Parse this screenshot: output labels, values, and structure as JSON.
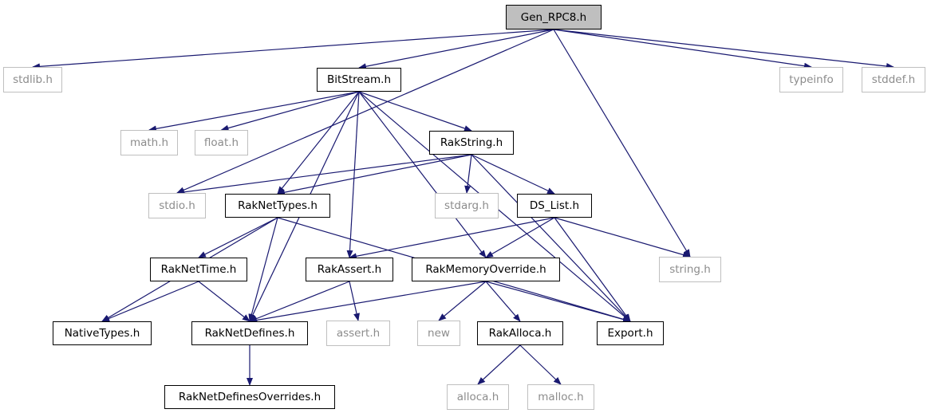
{
  "graph": {
    "nodes": [
      {
        "id": "gen_rpc8",
        "label": "Gen_RPC8.h",
        "kind": "root"
      },
      {
        "id": "stdlib",
        "label": "stdlib.h",
        "kind": "system"
      },
      {
        "id": "bitstream",
        "label": "BitStream.h",
        "kind": "local"
      },
      {
        "id": "typeinfo",
        "label": "typeinfo",
        "kind": "system"
      },
      {
        "id": "stddef",
        "label": "stddef.h",
        "kind": "system"
      },
      {
        "id": "math",
        "label": "math.h",
        "kind": "system"
      },
      {
        "id": "float",
        "label": "float.h",
        "kind": "system"
      },
      {
        "id": "rakstring",
        "label": "RakString.h",
        "kind": "local"
      },
      {
        "id": "stdio",
        "label": "stdio.h",
        "kind": "system"
      },
      {
        "id": "raknettypes",
        "label": "RakNetTypes.h",
        "kind": "local"
      },
      {
        "id": "stdarg",
        "label": "stdarg.h",
        "kind": "system"
      },
      {
        "id": "ds_list",
        "label": "DS_List.h",
        "kind": "local"
      },
      {
        "id": "raknettime",
        "label": "RakNetTime.h",
        "kind": "local"
      },
      {
        "id": "rakassert",
        "label": "RakAssert.h",
        "kind": "local"
      },
      {
        "id": "rakmemoryoverride",
        "label": "RakMemoryOverride.h",
        "kind": "local"
      },
      {
        "id": "string",
        "label": "string.h",
        "kind": "system"
      },
      {
        "id": "nativetypes",
        "label": "NativeTypes.h",
        "kind": "local"
      },
      {
        "id": "raknetdefines",
        "label": "RakNetDefines.h",
        "kind": "local"
      },
      {
        "id": "assert",
        "label": "assert.h",
        "kind": "system"
      },
      {
        "id": "new",
        "label": "new",
        "kind": "system"
      },
      {
        "id": "rakalloca",
        "label": "RakAlloca.h",
        "kind": "local"
      },
      {
        "id": "export",
        "label": "Export.h",
        "kind": "local"
      },
      {
        "id": "raknetdefinesoverrides",
        "label": "RakNetDefinesOverrides.h",
        "kind": "local"
      },
      {
        "id": "alloca",
        "label": "alloca.h",
        "kind": "system"
      },
      {
        "id": "malloc",
        "label": "malloc.h",
        "kind": "system"
      }
    ],
    "edges": [
      [
        "gen_rpc8",
        "stdlib"
      ],
      [
        "gen_rpc8",
        "bitstream"
      ],
      [
        "gen_rpc8",
        "stdio"
      ],
      [
        "gen_rpc8",
        "typeinfo"
      ],
      [
        "gen_rpc8",
        "stddef"
      ],
      [
        "gen_rpc8",
        "string"
      ],
      [
        "bitstream",
        "math"
      ],
      [
        "bitstream",
        "float"
      ],
      [
        "bitstream",
        "rakstring"
      ],
      [
        "bitstream",
        "raknettypes"
      ],
      [
        "bitstream",
        "rakassert"
      ],
      [
        "bitstream",
        "rakmemoryoverride"
      ],
      [
        "bitstream",
        "raknetdefines"
      ],
      [
        "bitstream",
        "export"
      ],
      [
        "rakstring",
        "stdio"
      ],
      [
        "rakstring",
        "raknettypes"
      ],
      [
        "rakstring",
        "stdarg"
      ],
      [
        "rakstring",
        "ds_list"
      ],
      [
        "rakstring",
        "export"
      ],
      [
        "ds_list",
        "rakassert"
      ],
      [
        "ds_list",
        "rakmemoryoverride"
      ],
      [
        "ds_list",
        "string"
      ],
      [
        "ds_list",
        "export"
      ],
      [
        "raknettypes",
        "nativetypes"
      ],
      [
        "raknettypes",
        "raknettime"
      ],
      [
        "raknettypes",
        "raknetdefines"
      ],
      [
        "raknettypes",
        "export"
      ],
      [
        "raknettime",
        "nativetypes"
      ],
      [
        "raknettime",
        "raknetdefines"
      ],
      [
        "rakassert",
        "raknetdefines"
      ],
      [
        "rakassert",
        "assert"
      ],
      [
        "rakmemoryoverride",
        "raknetdefines"
      ],
      [
        "rakmemoryoverride",
        "new"
      ],
      [
        "rakmemoryoverride",
        "rakalloca"
      ],
      [
        "rakmemoryoverride",
        "export"
      ],
      [
        "raknetdefines",
        "raknetdefinesoverrides"
      ],
      [
        "rakalloca",
        "alloca"
      ],
      [
        "rakalloca",
        "malloc"
      ]
    ]
  },
  "colors": {
    "edge": "#191970",
    "root_fill": "#bfbfbf",
    "local_border": "#000000",
    "system_border": "#bfbfbf",
    "system_text": "#8c8c8c"
  }
}
